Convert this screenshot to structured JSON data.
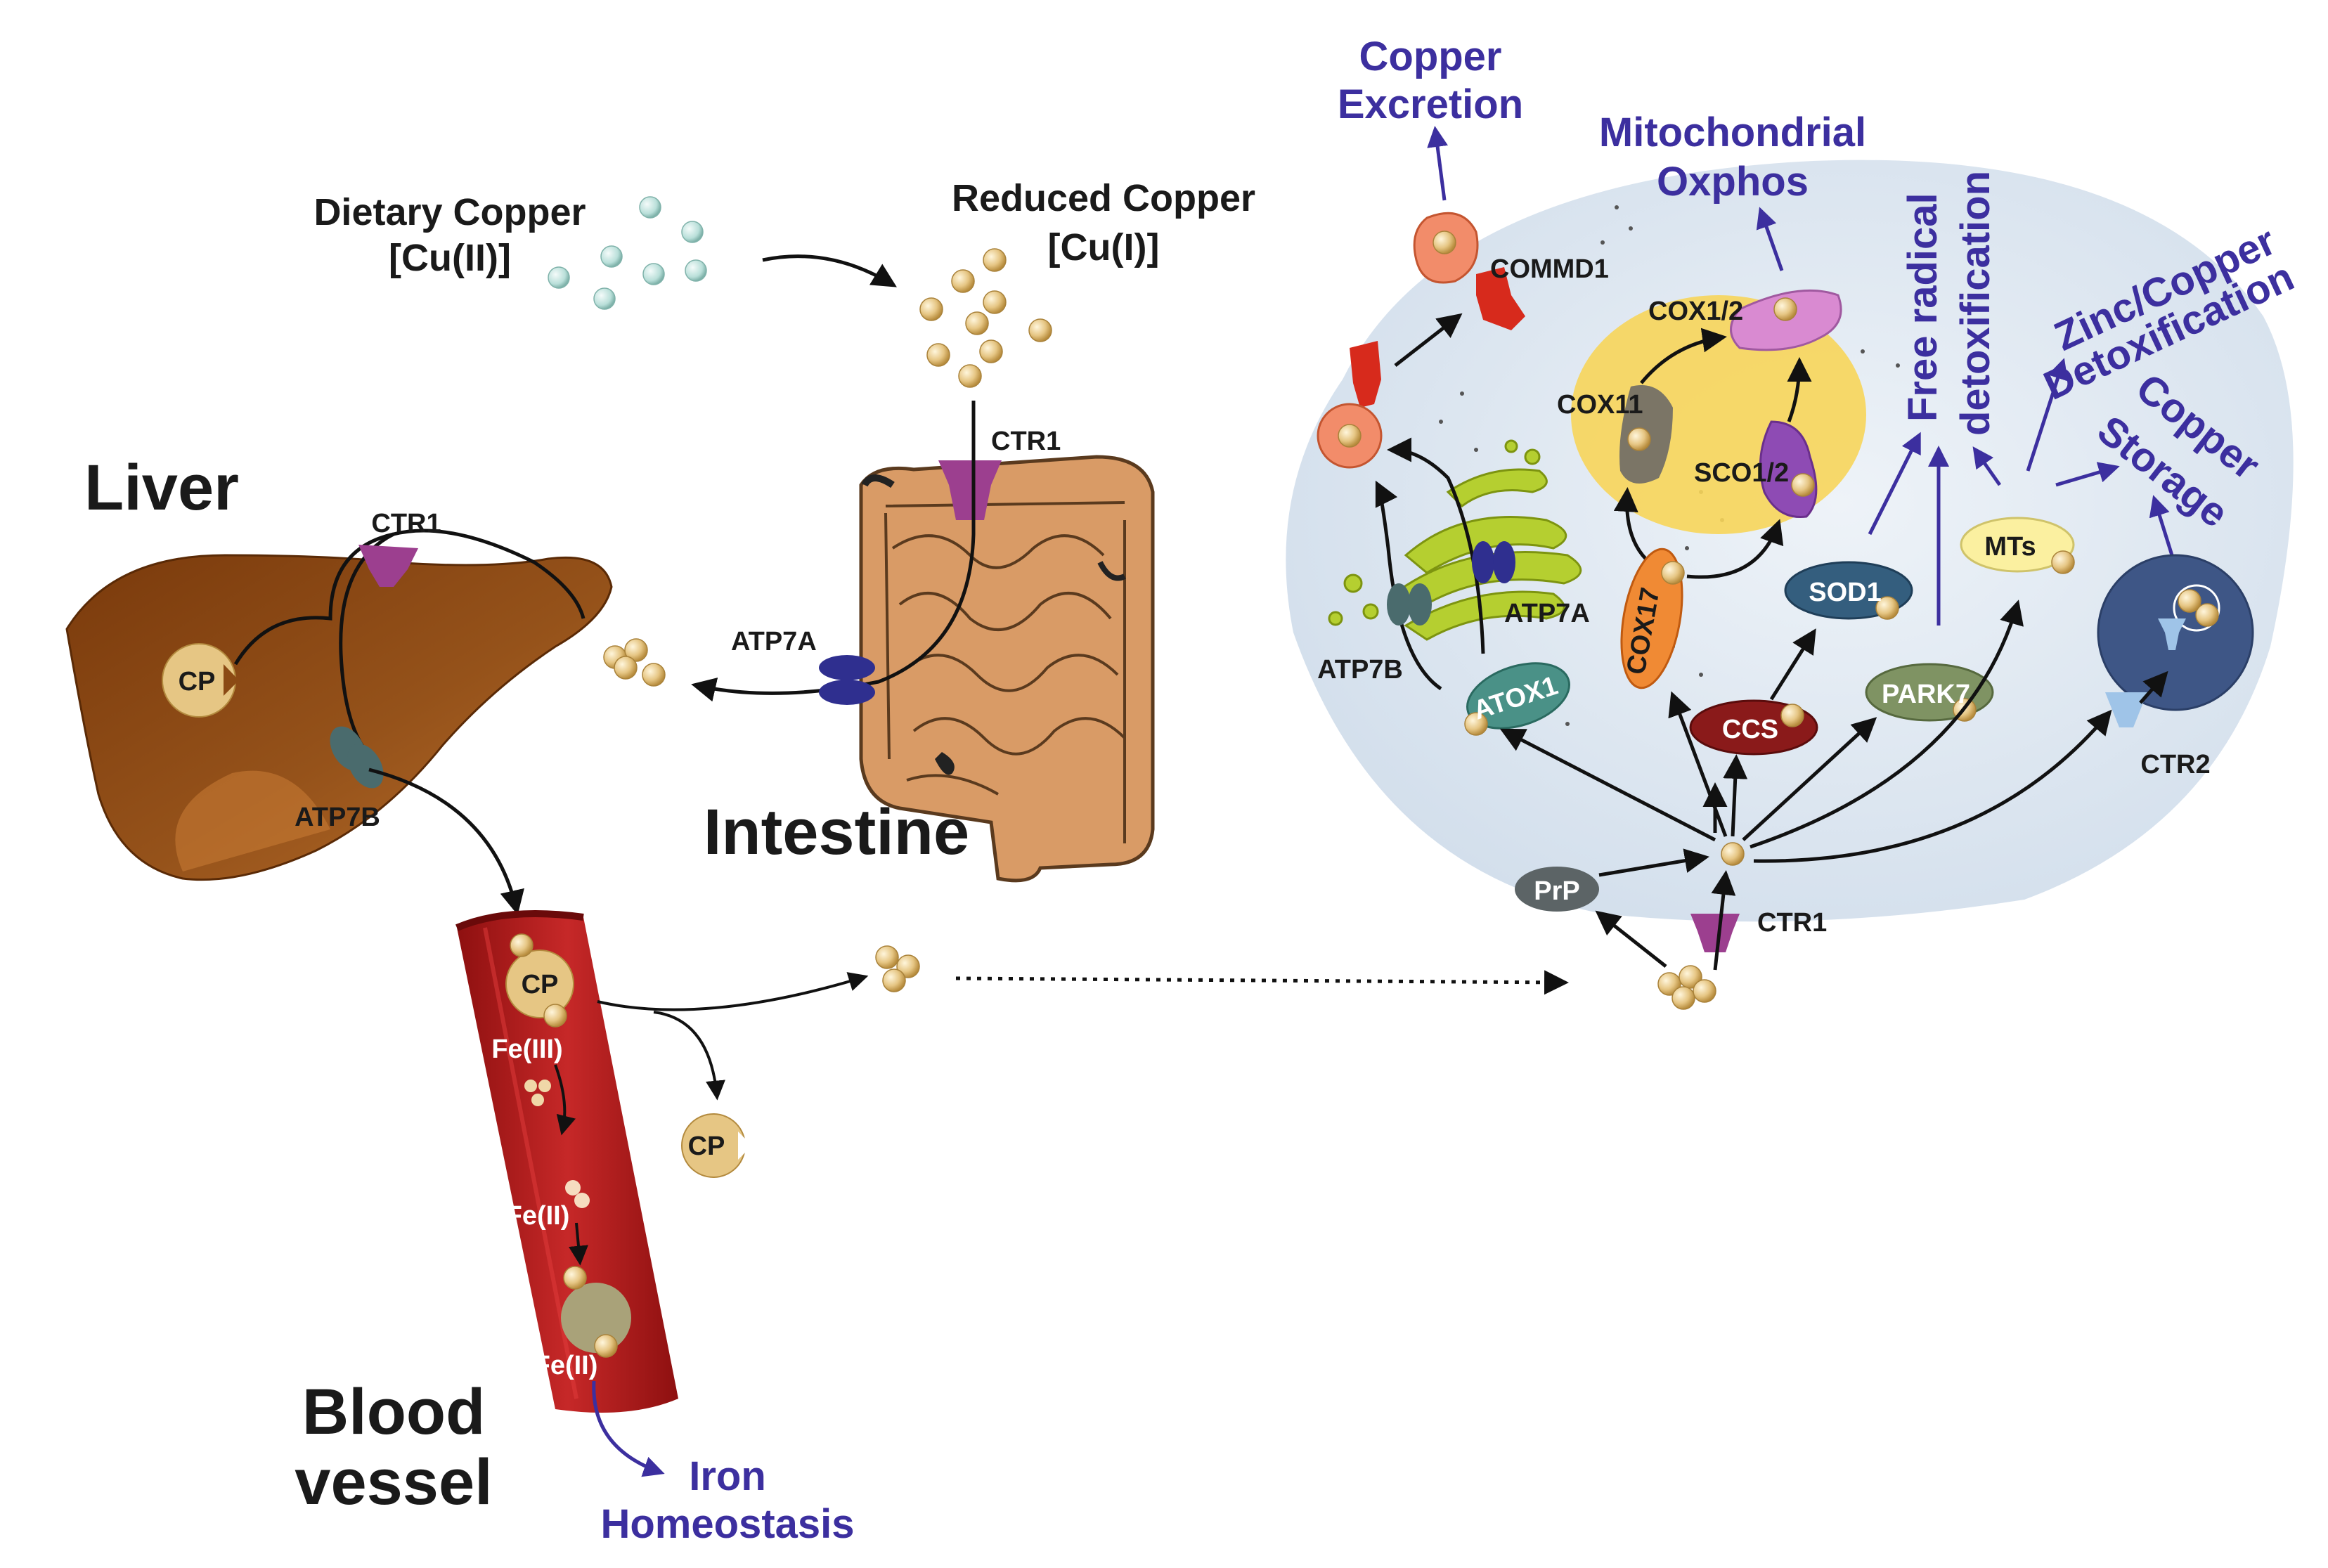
{
  "colors": {
    "process_text": "#3c2f9f",
    "copper_reduced": "#e6c684",
    "copper_dietary": "#b9dfd9",
    "cell_fill": "#dce6f1",
    "liver": "#8b4a14",
    "intestine": "#d99b66",
    "vessel": "#c62828",
    "ctr1": "#9c3f8f",
    "atp7": "#2f2f8f",
    "atp7b_liver": "#4a6b6d"
  },
  "labels": {
    "dietary_copper": "Dietary Copper",
    "dietary_copper_form": "[Cu(II)]",
    "reduced_copper": "Reduced Copper",
    "reduced_copper_form": "[Cu(I)]",
    "liver": "Liver",
    "intestine": "Intestine",
    "blood_vessel_1": "Blood",
    "blood_vessel_2": "vessel",
    "iron_homeostasis_1": "Iron",
    "iron_homeostasis_2": "Homeostasis",
    "ctr1_intestine": "CTR1",
    "ctr1_liver": "CTR1",
    "atp7a_intestine": "ATP7A",
    "atp7b_liver": "ATP7B",
    "cp": "CP",
    "fe3": "Fe(III)",
    "fe2_a": "Fe(II)",
    "fe2_b": "Fe(II)"
  },
  "cell": {
    "copper_excretion_1": "Copper",
    "copper_excretion_2": "Excretion",
    "mito_1": "Mitochondrial",
    "mito_2": "Oxphos",
    "free_radical_1": "Free radical",
    "free_radical_2": "detoxification",
    "zinc_1": "Zinc/Copper",
    "zinc_2": "Detoxification",
    "storage_1": "Copper",
    "storage_2": "Storage",
    "commd1": "COMMD1",
    "cox12": "COX1/2",
    "cox11": "COX11",
    "sco12": "SCO1/2",
    "cox17": "COX17",
    "atp7a": "ATP7A",
    "atp7b": "ATP7B",
    "atox1": "ATOX1",
    "sod1": "SOD1",
    "ccs": "CCS",
    "park7": "PARK7",
    "mts": "MTs",
    "ctr2": "CTR2",
    "prp": "PrP",
    "ctr1": "CTR1"
  }
}
